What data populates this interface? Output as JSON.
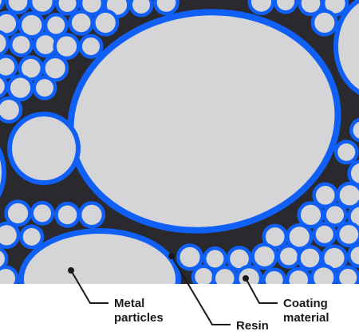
{
  "colors": {
    "coating": "#1060f8",
    "particle": "#d5d5d8",
    "resin": "#2a2a2e",
    "leader": "#1a1a1a",
    "background": "#ffffff"
  },
  "labels": {
    "metal_line1": "Metal",
    "metal_line2": "particles",
    "resin": "Resin",
    "coating_line1": "Coating",
    "coating_line2": "material"
  }
}
